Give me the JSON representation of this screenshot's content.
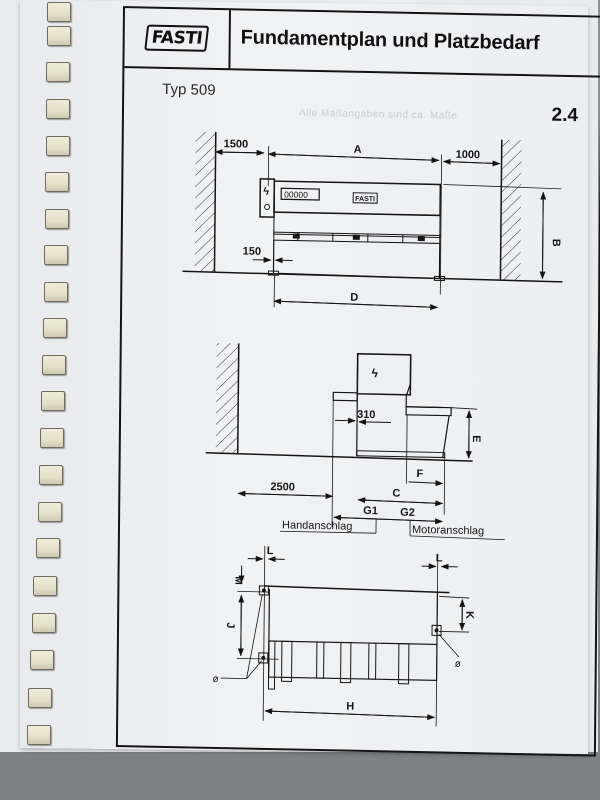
{
  "document": {
    "logo": "FASTI",
    "title": "Fundamentplan und Platzbedarf",
    "model": "Typ 509",
    "section_number": "2.4",
    "show_through_text": "Alle Maßangaben sind ca. Maße"
  },
  "drawing_top_view": {
    "dim_left_clearance": "1500",
    "dim_right_clearance": "1000",
    "dim_width": "A",
    "dim_depth": "B",
    "dim_offset": "150",
    "dim_foundation": "D",
    "panel_display": "00000",
    "machine_badge": "FASTI"
  },
  "drawing_side_view": {
    "dim_rear_clearance": "2500",
    "dim_310": "310",
    "dim_height": "E",
    "dim_F": "F",
    "dim_C": "C",
    "dim_G1": "G1",
    "dim_G2": "G2",
    "label_manual_stop": "Handanschlag",
    "label_motor_stop": "Motoranschlag"
  },
  "drawing_foundation_view": {
    "dim_L_left": "L",
    "dim_L_right": "L",
    "dim_M": "M",
    "dim_J": "J",
    "dim_K": "K",
    "dim_H": "H",
    "dim_phi_left": "ø",
    "dim_phi_right": "ø"
  },
  "binding": {
    "coil_count": 20
  }
}
